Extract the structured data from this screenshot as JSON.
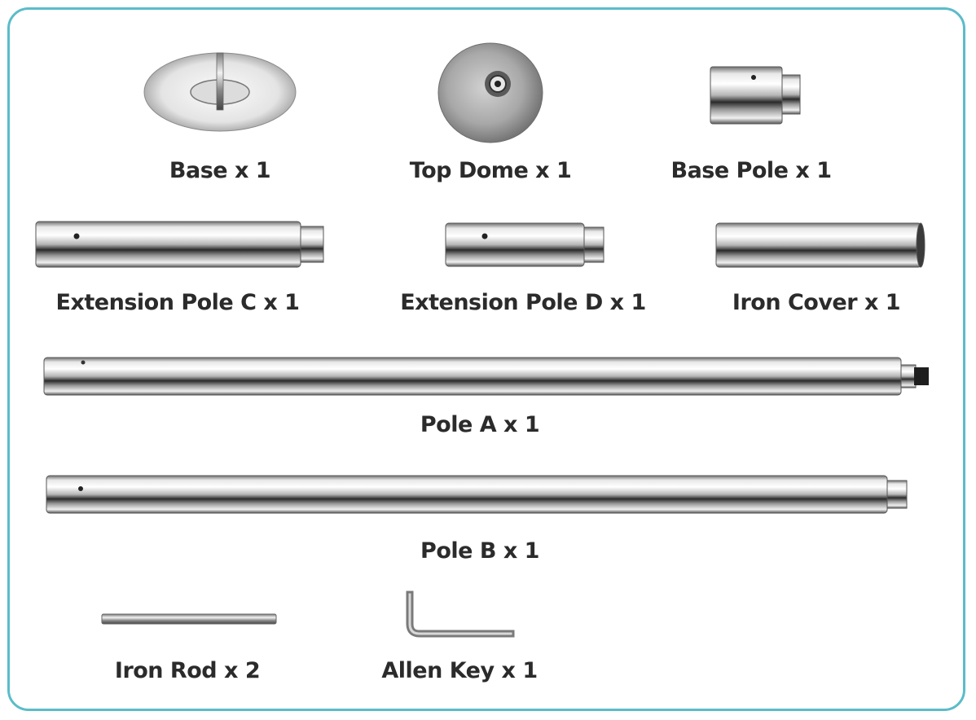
{
  "colors": {
    "border": "#5bbcc9",
    "label": "#2b2b2b"
  },
  "parts": [
    {
      "name": "Base",
      "quantity_label": "Base x 1"
    },
    {
      "name": "Top Dome",
      "quantity_label": "Top Dome x 1"
    },
    {
      "name": "Base Pole",
      "quantity_label": "Base Pole x 1"
    },
    {
      "name": "Extension Pole C",
      "quantity_label": "Extension Pole C x 1"
    },
    {
      "name": "Extension Pole D",
      "quantity_label": "Extension Pole D x 1"
    },
    {
      "name": "Iron Cover",
      "quantity_label": "Iron Cover x 1"
    },
    {
      "name": "Pole A",
      "quantity_label": "Pole A x 1"
    },
    {
      "name": "Pole B",
      "quantity_label": "Pole B x 1"
    },
    {
      "name": "Iron Rod",
      "quantity_label": "Iron Rod x 2"
    },
    {
      "name": "Allen Key",
      "quantity_label": "Allen Key x 1"
    }
  ]
}
